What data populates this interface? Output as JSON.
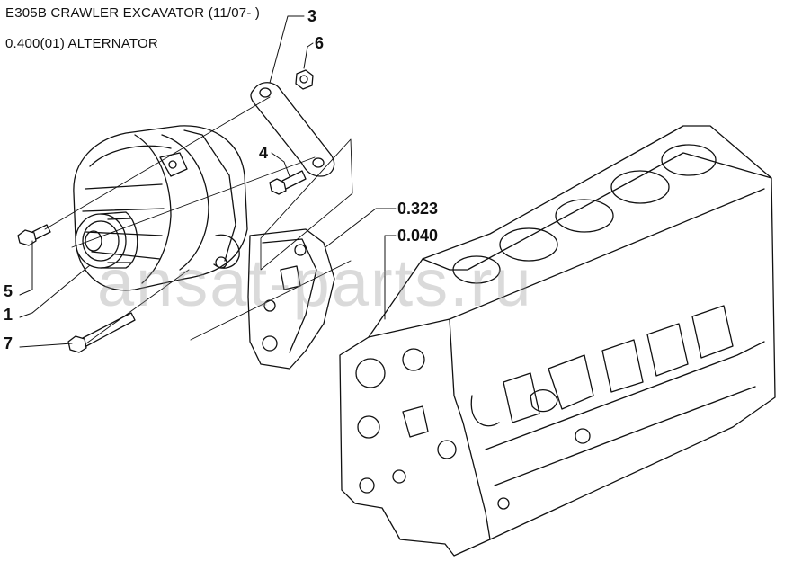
{
  "header": {
    "title": "E305B CRAWLER EXCAVATOR (11/07- )",
    "subtitle": "0.400(01) ALTERNATOR"
  },
  "callouts": {
    "c1": "1",
    "c3": "3",
    "c4": "4",
    "c5": "5",
    "c6": "6",
    "c7": "7",
    "c0323": "0.323",
    "c0040": "0.040"
  },
  "watermark": "ansat-parts.ru",
  "colors": {
    "line": "#111111",
    "watermark": "#9a9a9a"
  }
}
